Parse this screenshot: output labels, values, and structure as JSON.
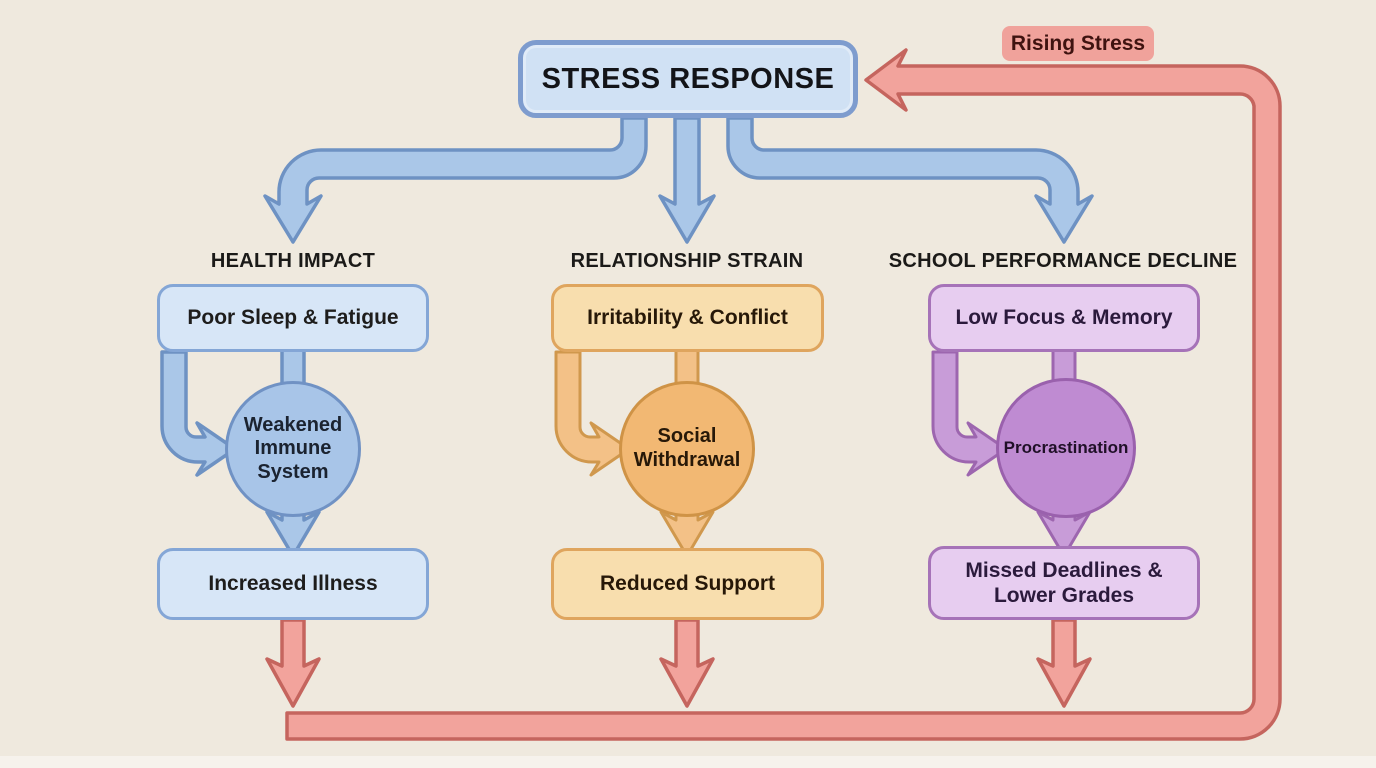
{
  "diagram": {
    "title": "STRESS RESPONSE",
    "loop_label": "Rising Stress",
    "columns": [
      {
        "header": "HEALTH IMPACT",
        "stage1": "Poor Sleep & Fatigue",
        "stage2": "Weakened Immune System",
        "stage3": "Increased Illness"
      },
      {
        "header": "RELATIONSHIP STRAIN",
        "stage1": "Irritability & Conflict",
        "stage2": "Social Withdrawal",
        "stage3": "Reduced Support"
      },
      {
        "header": "SCHOOL PERFORMANCE DECLINE",
        "stage1": "Low Focus & Memory",
        "stage2": "Procrastination",
        "stage3": "Missed Deadlines & Lower Grades"
      }
    ],
    "colors": {
      "background": "#efe9de",
      "health_branch_fill": "#a8c5e8",
      "health_branch_stroke": "#6e92c3",
      "relationship_branch_fill": "#f2b873",
      "relationship_branch_stroke": "#d0984d",
      "school_branch_fill": "#bf8bd2",
      "school_branch_stroke": "#9d66af",
      "stress_loop_fill": "#f2a39c",
      "stress_loop_stroke": "#c5655e"
    }
  }
}
